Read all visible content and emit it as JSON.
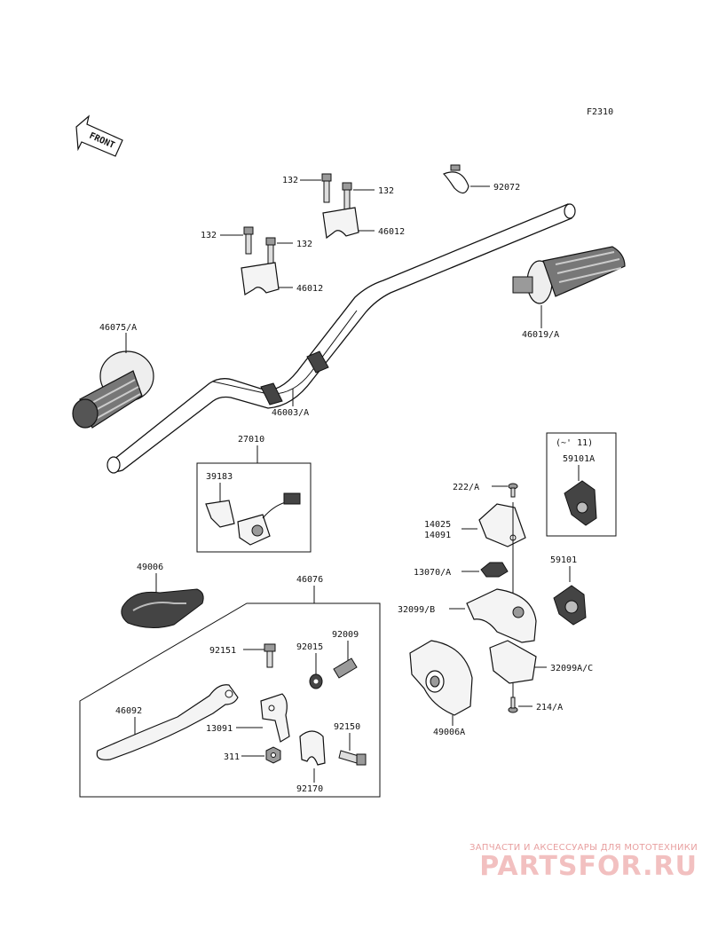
{
  "figure_code": "F2310",
  "front_label": "FRONT",
  "groups": {
    "switch_set": "27010",
    "switch_years": "(~' 11)",
    "lever_assembly": "46076"
  },
  "labels": {
    "bolt_a": "132",
    "bolt_b": "132",
    "bolt_c": "132",
    "bolt_d": "132",
    "holder_upper": "46012",
    "holder_lower": "46012",
    "band": "92072",
    "grip_right": "46019/A",
    "grip_left": "46075/A",
    "handlebar": "46003/A",
    "switch_housing": "39183",
    "cover": "49006",
    "lever": "46092",
    "bolt_lever": "92151",
    "washer": "92015",
    "adjuster": "92009",
    "lever_holder": "13091",
    "nut": "311",
    "bolt_clamp": "92150",
    "clamp": "92170",
    "screw_top": "222/A",
    "plate": "14025",
    "plate_alt": "14091",
    "bracket_small": "13070/A",
    "throttle_case_upper": "32099/B",
    "throttle_case_lower": "32099A/C",
    "screw_bottom": "214/A",
    "throttle_cover": "49006A",
    "switch_old": "59101A",
    "switch_new": "59101"
  },
  "watermark": {
    "top": "ЗАПЧАСТИ И АКСЕССУАРЫ ДЛЯ МОТОТЕХНИКИ",
    "brand": "PARTSFOR.RU"
  }
}
